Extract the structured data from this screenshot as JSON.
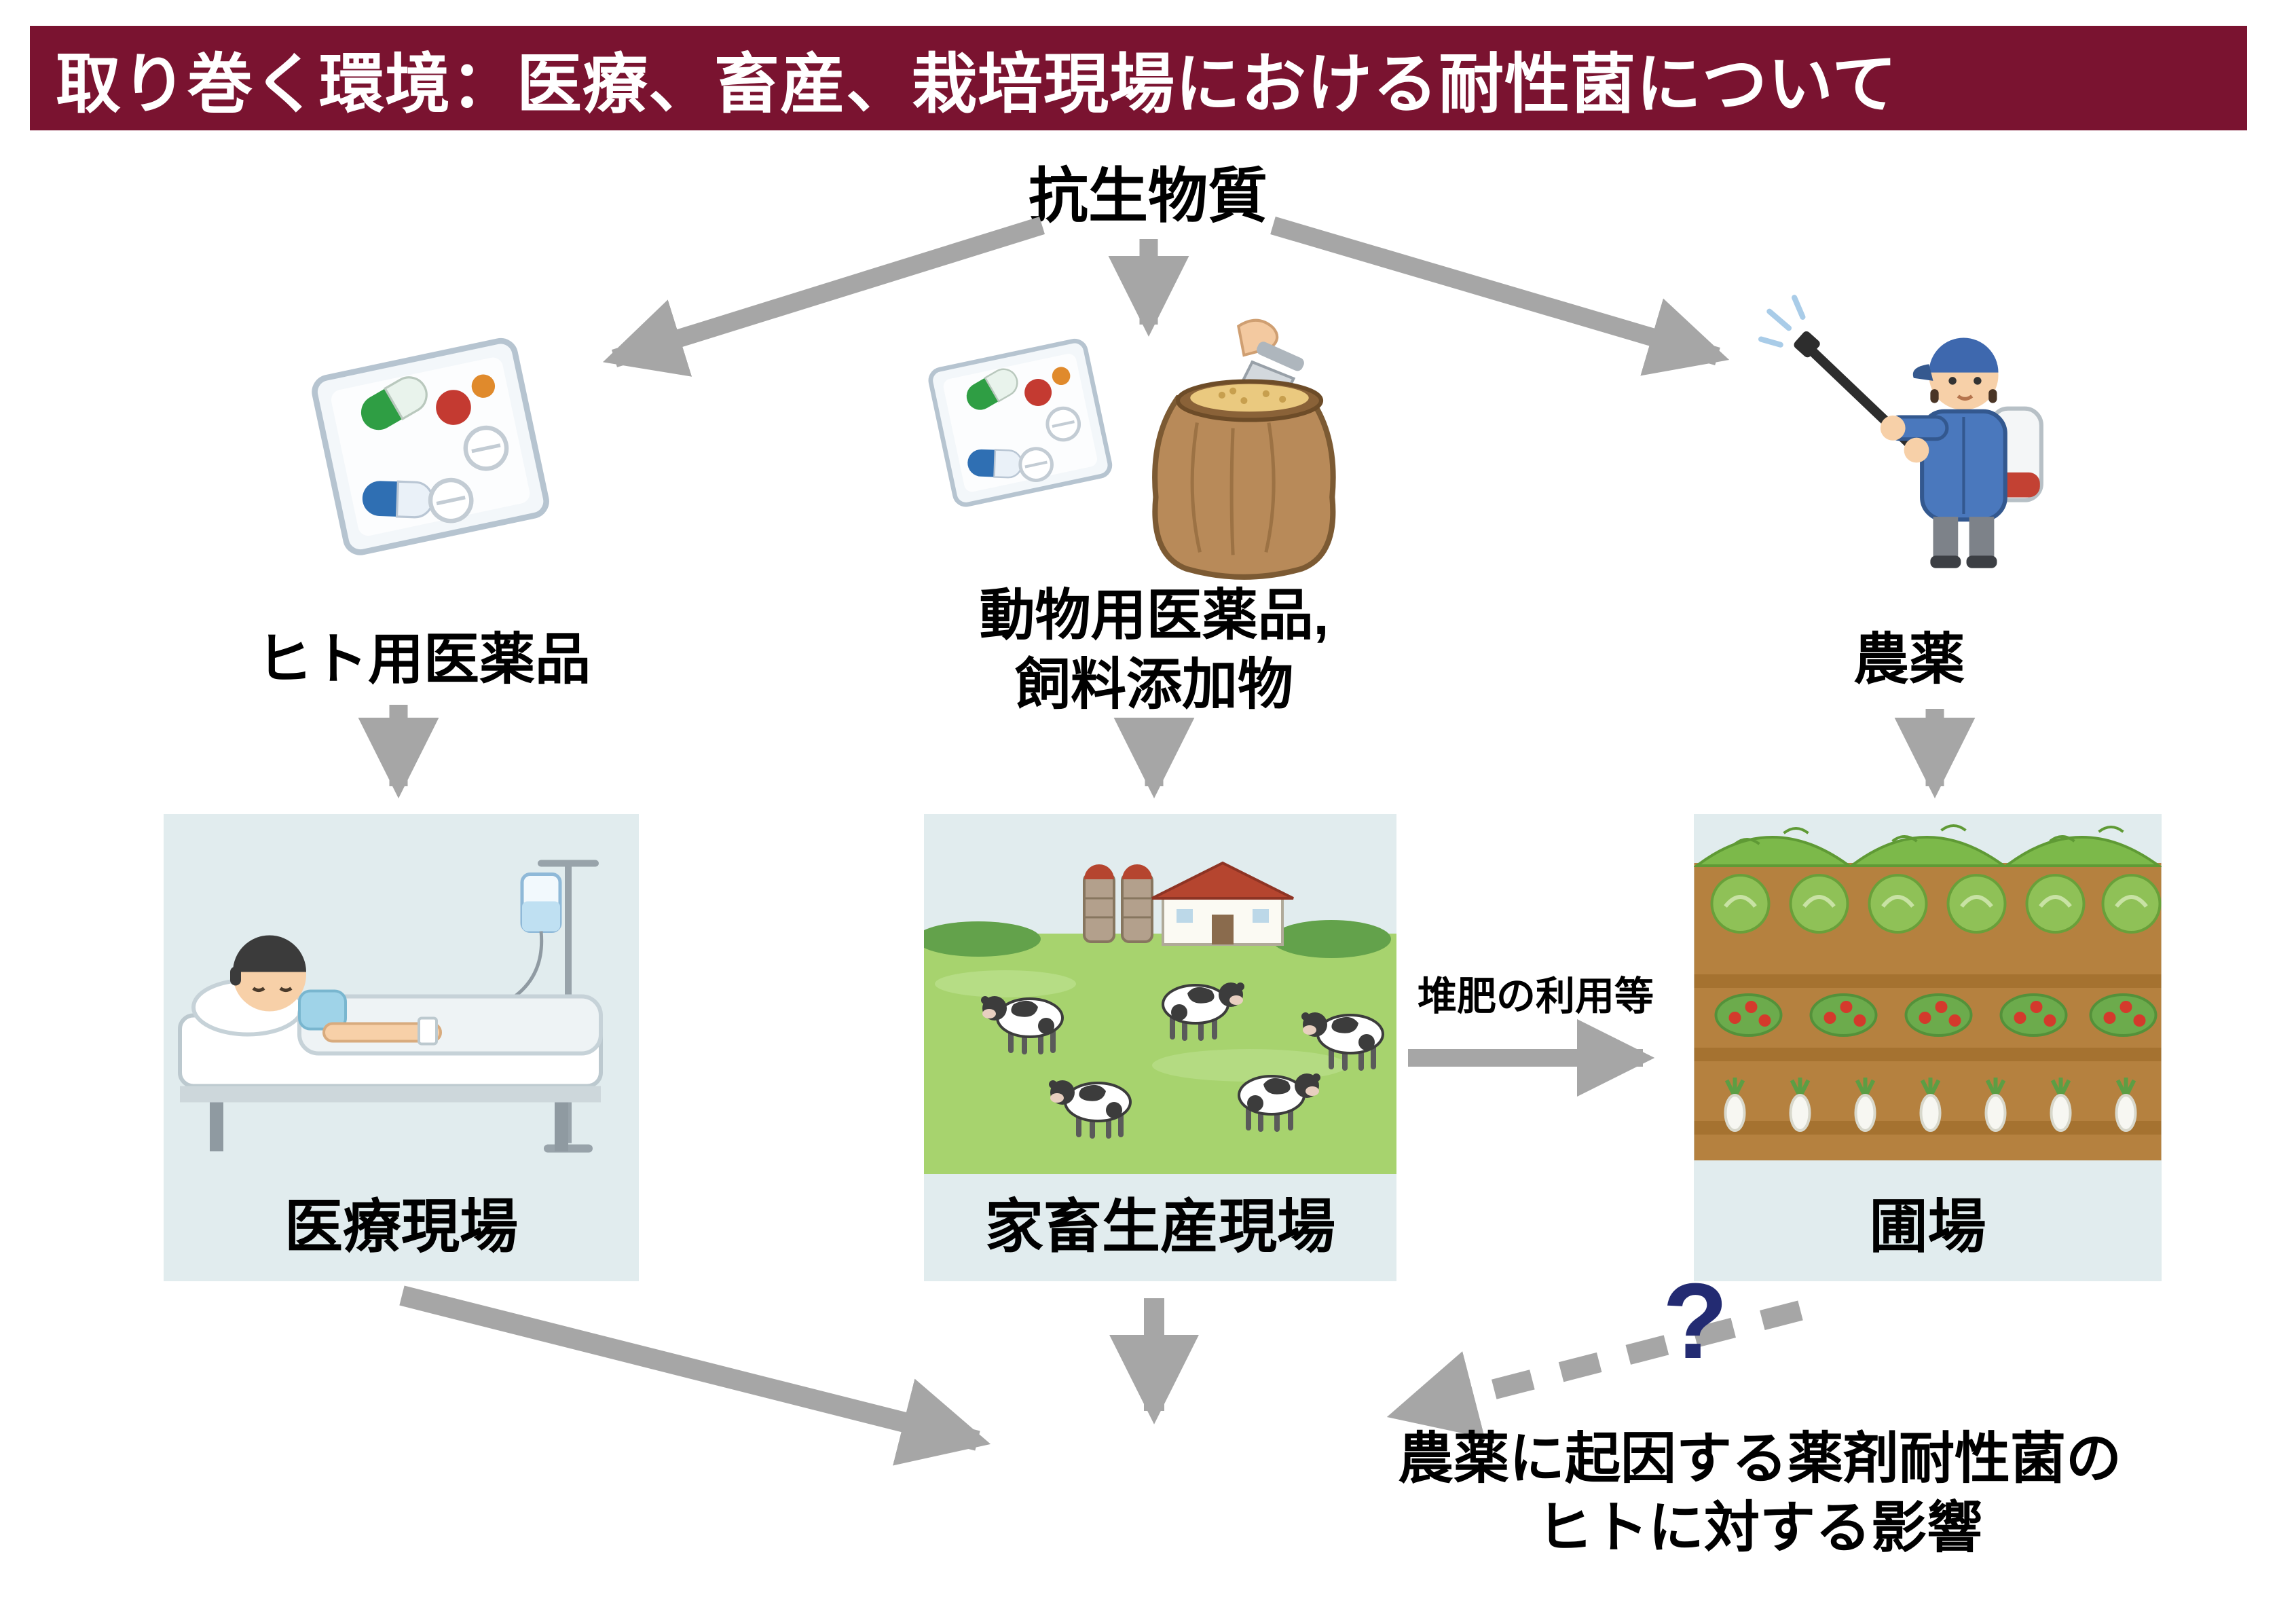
{
  "header": {
    "title": "取り巻く環境：医療、畜産、栽培現場における耐性菌について"
  },
  "source": {
    "label": "抗生物質"
  },
  "branches": {
    "human": {
      "product": "ヒト用医薬品",
      "site": "医療現場"
    },
    "livestock": {
      "product_line1": "動物用医薬品,",
      "product_line2": "飼料添加物",
      "site": "家畜生産現場"
    },
    "crop": {
      "product": "農薬",
      "site": "圃場"
    }
  },
  "compost": {
    "label": "堆肥の利用等"
  },
  "question": {
    "mark": "?",
    "line1": "農薬に起因する薬剤耐性菌の",
    "line2": "ヒトに対する影響"
  },
  "icons": {
    "human_product": "medicine-package-icon",
    "livestock_product": "medicine-package-and-feed-sack-icon",
    "crop_product": "pesticide-sprayer-farmer-icon",
    "human_site": "hospital-patient-illustration",
    "livestock_site": "cattle-farm-illustration",
    "crop_site": "vegetable-field-illustration"
  },
  "colors": {
    "header_bg": "#7A1330",
    "arrow": "#A6A6A6",
    "site_box_bg": "#E1ECEE",
    "question_mark": "#232B72",
    "text": "#000000"
  }
}
